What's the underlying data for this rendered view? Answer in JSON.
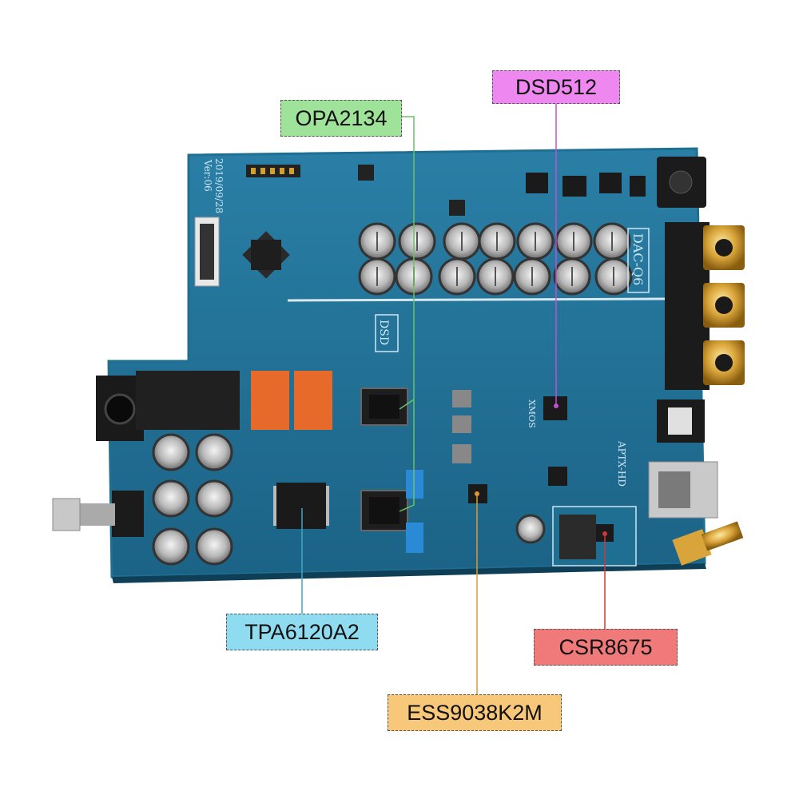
{
  "callouts": {
    "opa": {
      "label": "OPA2134",
      "color": "#9fe39a",
      "line_color": "#6cc06a"
    },
    "dsd": {
      "label": "DSD512",
      "color": "#ee88f0",
      "line_color": "#c050d0"
    },
    "tpa": {
      "label": "TPA6120A2",
      "color": "#8fdcf0",
      "line_color": "#3fa8c8"
    },
    "csr": {
      "label": "CSR8675",
      "color": "#f07a7a",
      "line_color": "#c83a3a"
    },
    "ess": {
      "label": "ESS9038K2M",
      "color": "#f8c87a",
      "line_color": "#d89a3a"
    }
  },
  "board": {
    "color": "#1f6f93",
    "silkscreen": {
      "date": "2019/09/28",
      "version": "Ver:06",
      "dsd_logo": "DSD",
      "model": "DAC-Q6",
      "xmos": "XMOS",
      "aptx": "APTX-HD"
    }
  }
}
